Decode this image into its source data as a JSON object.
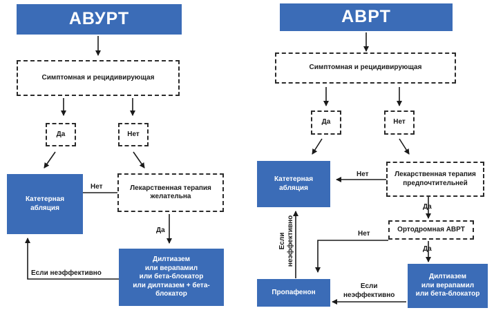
{
  "left": {
    "title": "АВУРТ",
    "condition": "Симптомная и рецидивирующая",
    "yes": "Да",
    "no": "Нет",
    "ablation": "Катетерная\nабляция",
    "drug_therapy": "Лекарственная терапия\nжелательна",
    "no_arrow": "Нет",
    "yes_arrow": "Да",
    "drugs": "Дилтиазем\nили верапамил\nили бета-блокатор\nили дилтиазем + бета-\nблокатор",
    "ineffective": "Если неэффективно"
  },
  "right": {
    "title": "АВРТ",
    "condition": "Симптомная и рецидивирующая",
    "yes": "Да",
    "no": "Нет",
    "ablation": "Катетерная\nабляция",
    "drug_therapy": "Лекарственная терапия\nпредпочтительней",
    "no_arrow": "Нет",
    "yes_arrow_1": "Да",
    "orthodromic": "Ортодромная АВРТ",
    "no_arrow_2": "Нет",
    "yes_arrow_2": "Да",
    "drugs": "Дилтиазем\nили верапамил\nили бета-блокатор",
    "propafenone": "Пропафенон",
    "ineffective": "Если\nнеэффективно",
    "ineffective_vertical": "Если\nнеэффективно"
  }
}
